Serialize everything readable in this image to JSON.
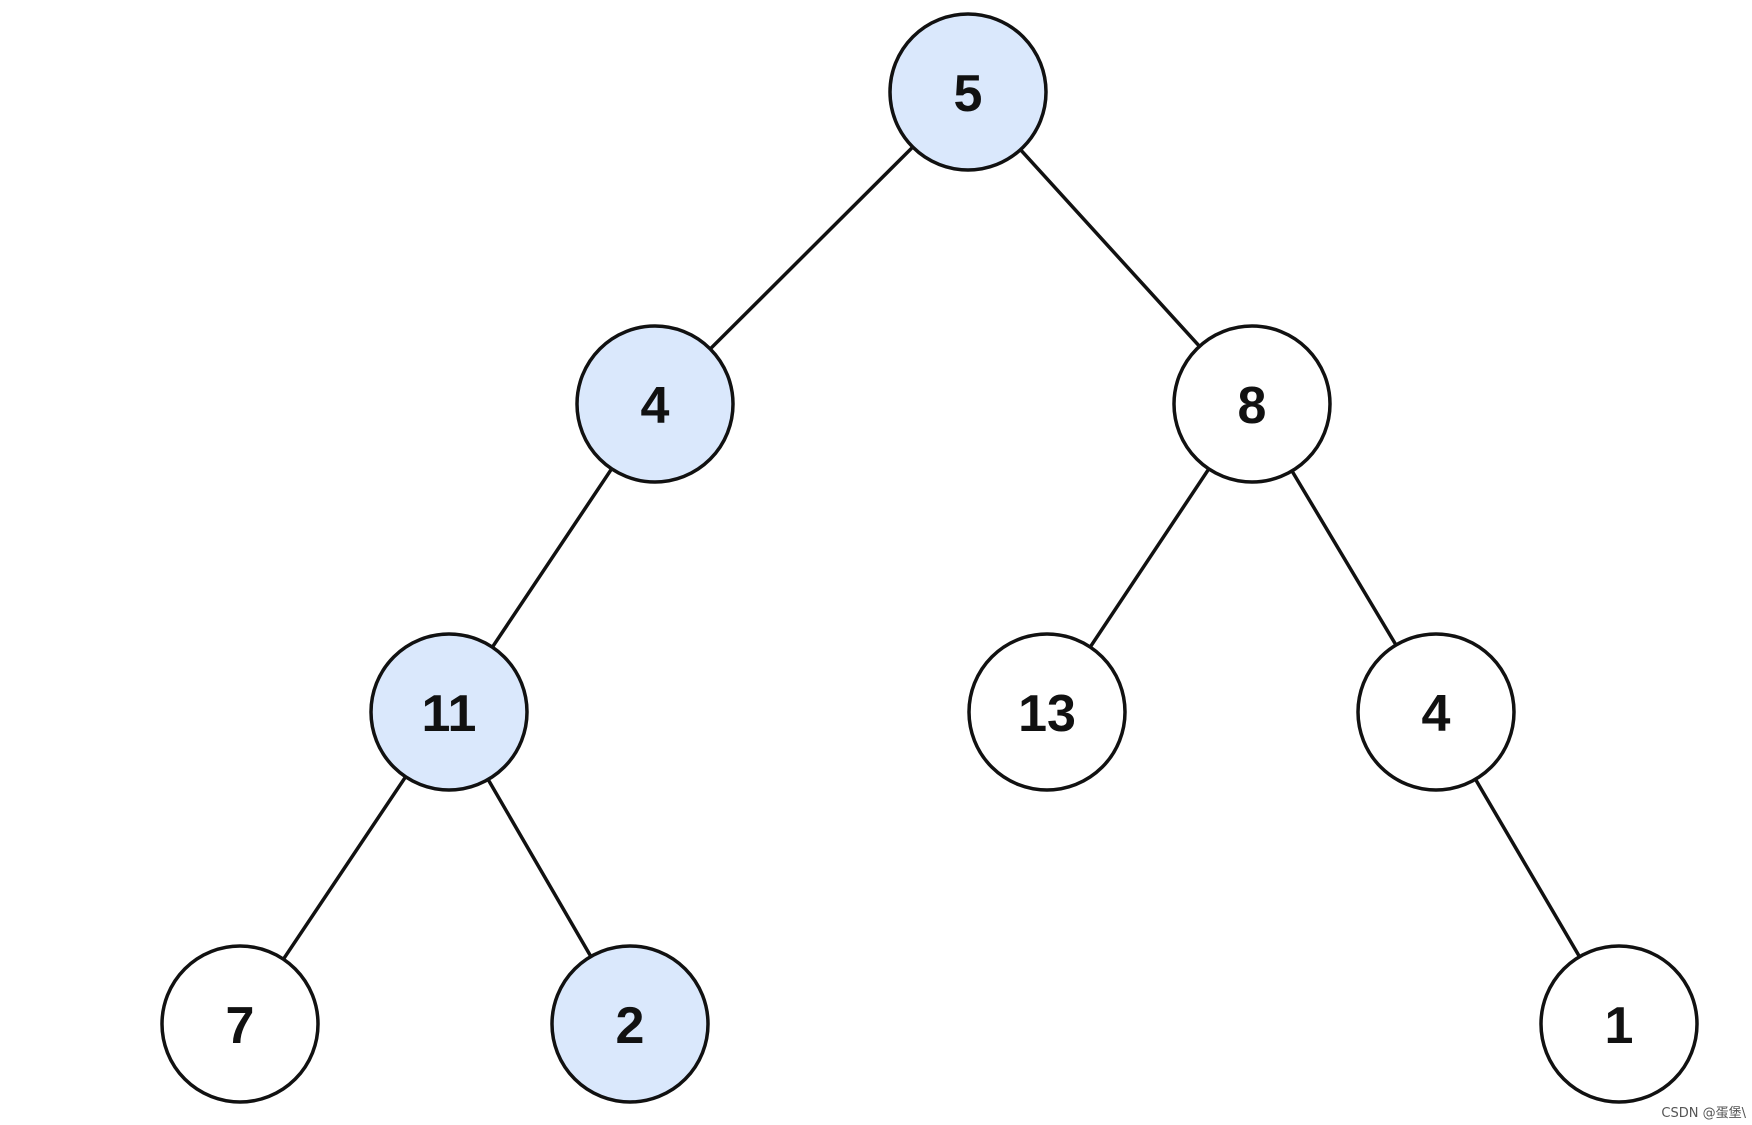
{
  "diagram": {
    "colors": {
      "highlight_fill": "#dae8fc",
      "normal_fill": "#ffffff",
      "stroke": "#111111"
    },
    "nodes": [
      {
        "id": "n5",
        "label": "5",
        "highlighted": true
      },
      {
        "id": "n4a",
        "label": "4",
        "highlighted": true
      },
      {
        "id": "n8",
        "label": "8",
        "highlighted": false
      },
      {
        "id": "n11",
        "label": "11",
        "highlighted": true
      },
      {
        "id": "n13",
        "label": "13",
        "highlighted": false
      },
      {
        "id": "n4b",
        "label": "4",
        "highlighted": false
      },
      {
        "id": "n7",
        "label": "7",
        "highlighted": false
      },
      {
        "id": "n2",
        "label": "2",
        "highlighted": true
      },
      {
        "id": "n1",
        "label": "1",
        "highlighted": false
      }
    ],
    "edges": [
      {
        "from": "n5",
        "to": "n4a"
      },
      {
        "from": "n5",
        "to": "n8"
      },
      {
        "from": "n4a",
        "to": "n11"
      },
      {
        "from": "n8",
        "to": "n13"
      },
      {
        "from": "n8",
        "to": "n4b"
      },
      {
        "from": "n11",
        "to": "n7"
      },
      {
        "from": "n11",
        "to": "n2"
      },
      {
        "from": "n4b",
        "to": "n1"
      }
    ]
  },
  "watermark": {
    "text": "CSDN @蛋堡\\"
  }
}
